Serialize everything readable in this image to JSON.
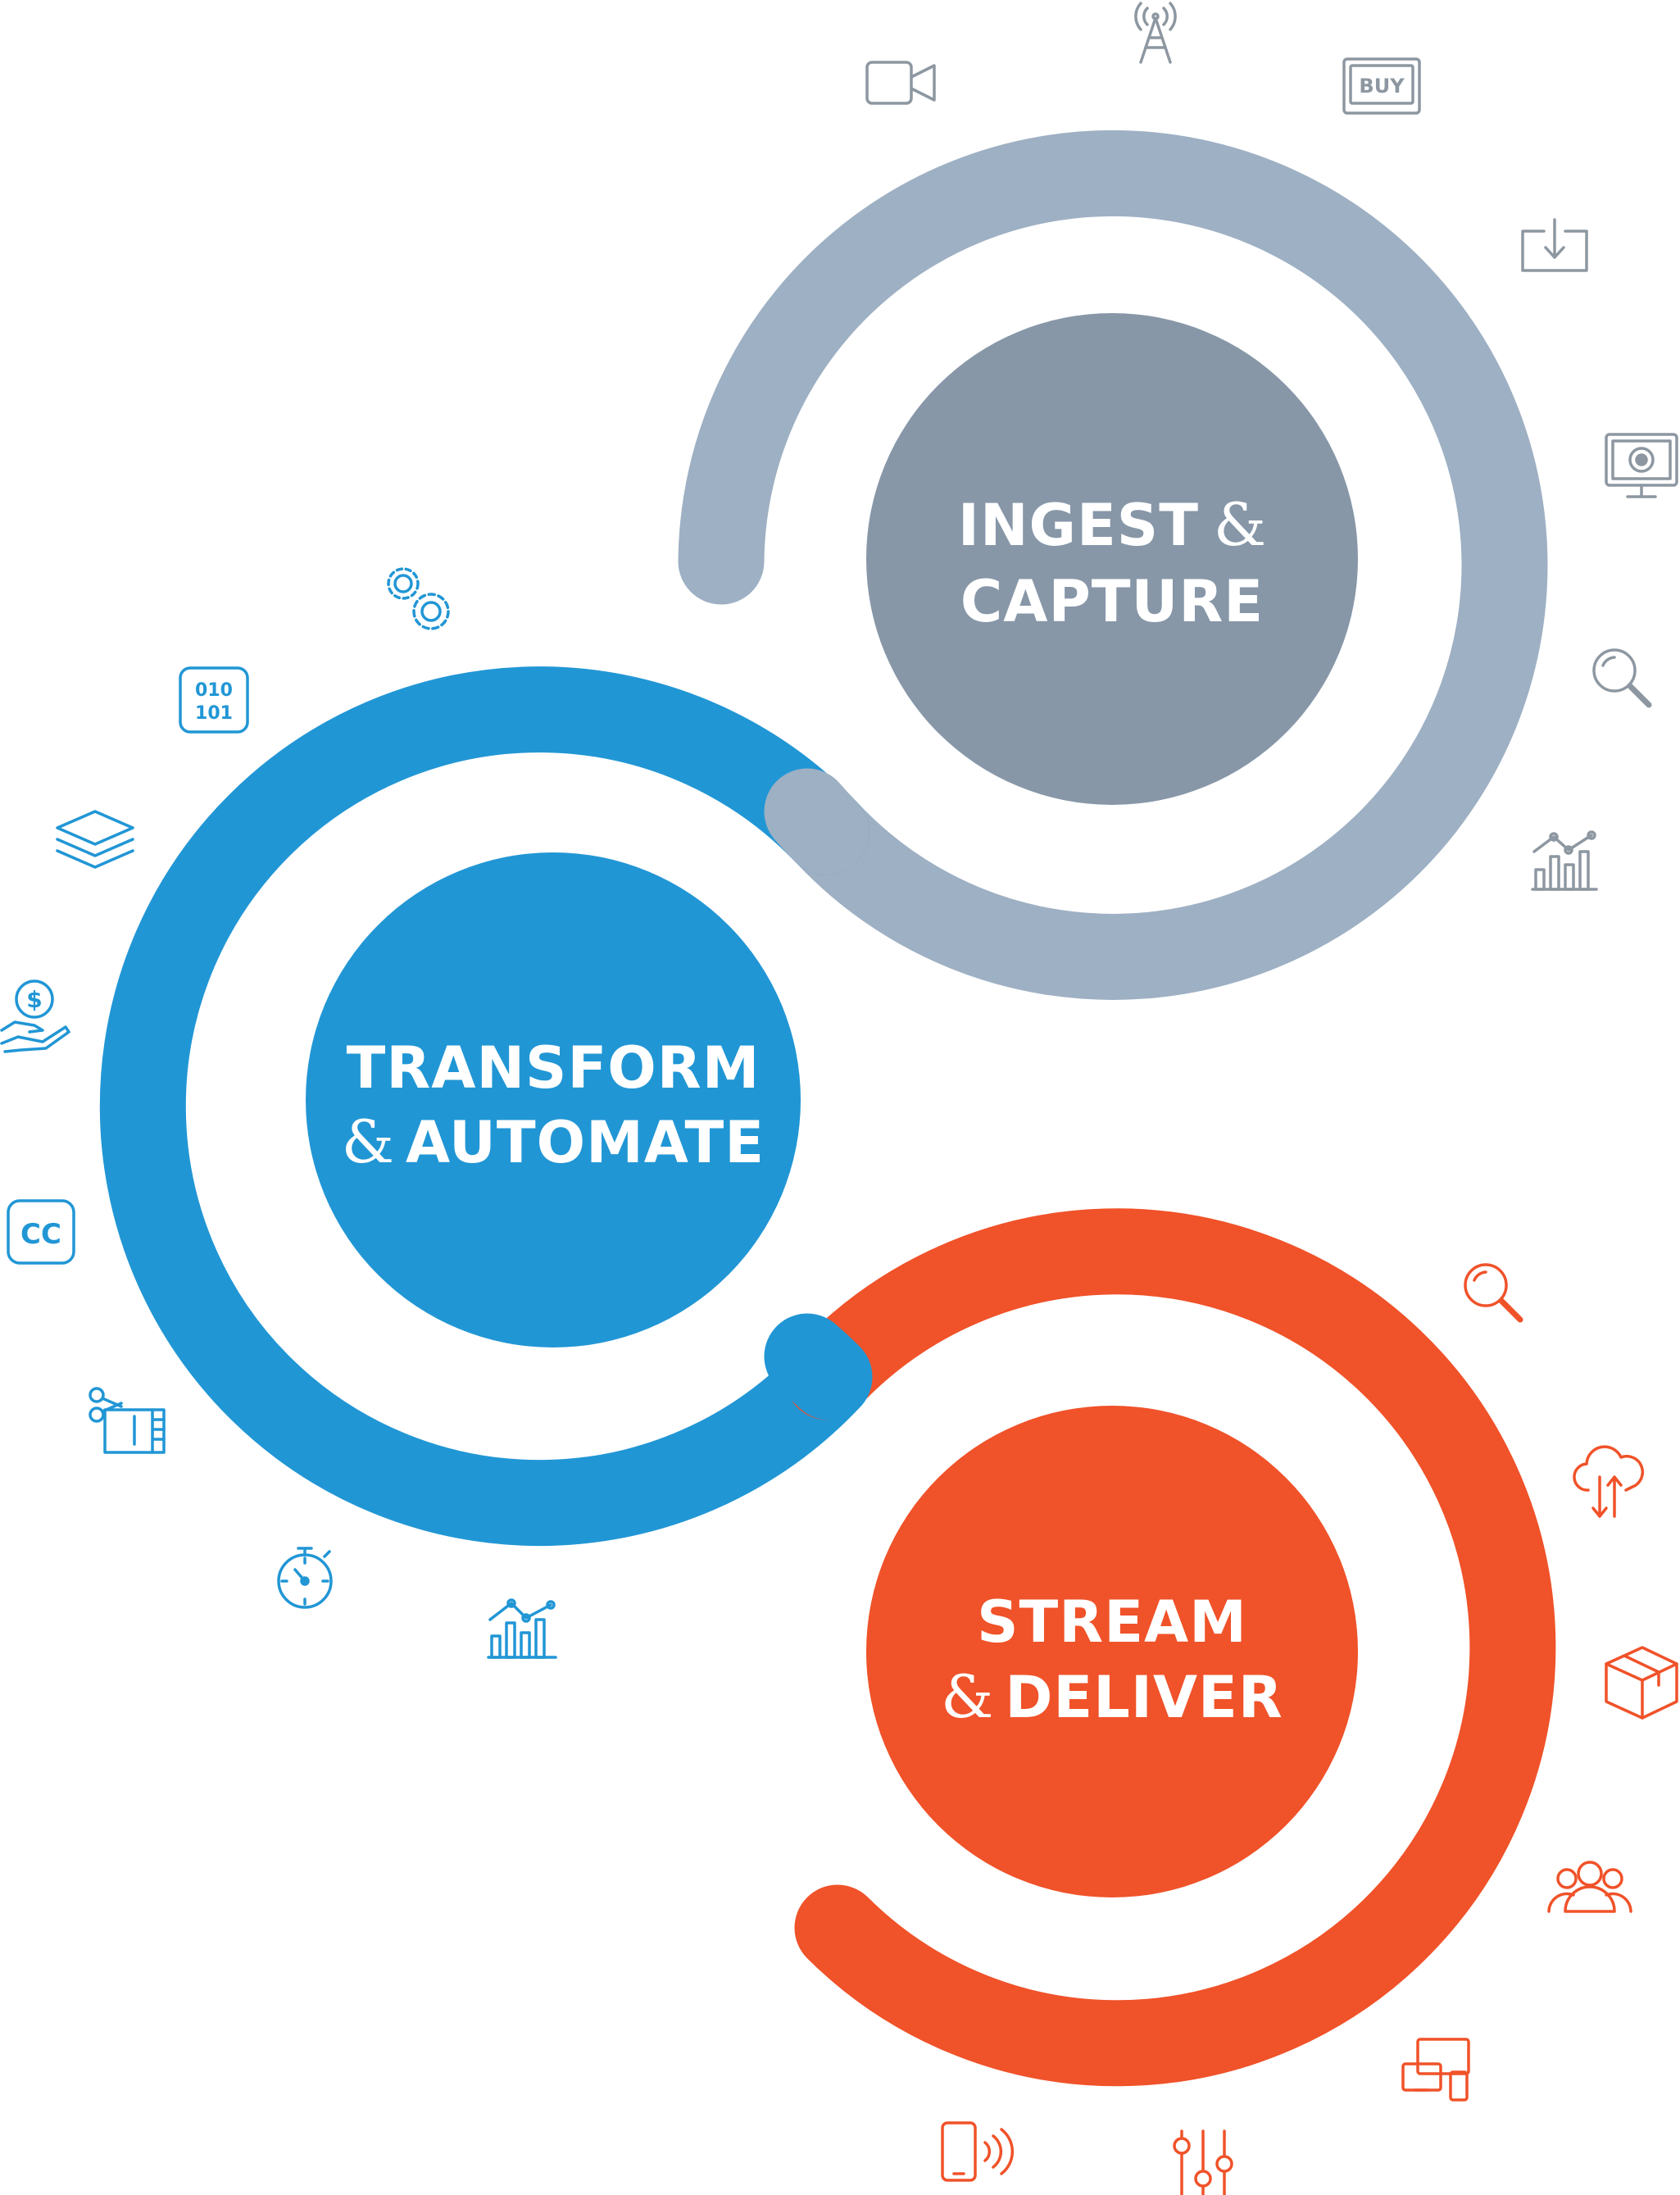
{
  "colors": {
    "ingest_ring": "#9eb0c3",
    "ingest_circle": "#8797a8",
    "ingest_icon": "#8d97a1",
    "transform": "#2196d5",
    "stream": "#f05229"
  },
  "stages": {
    "ingest": {
      "line1": "INGEST",
      "amp": "&",
      "line2": "CAPTURE"
    },
    "transform": {
      "line1": "TRANSFORM",
      "amp": "&",
      "line2": "AUTOMATE"
    },
    "stream": {
      "line1": "STREAM",
      "amp": "&",
      "line2": "DELIVER"
    }
  },
  "icon_labels": {
    "buy": "BUY",
    "binary_top": "010",
    "binary_bottom": "101",
    "cc": "CC"
  },
  "icons": {
    "ingest": [
      "video-camera-icon",
      "broadcast-tower-icon",
      "buy-button-icon",
      "download-tray-icon",
      "monitor-icon",
      "magnifier-icon",
      "analytics-chart-icon"
    ],
    "transform": [
      "gears-icon",
      "binary-code-icon",
      "layers-icon",
      "money-hand-icon",
      "closed-caption-icon",
      "video-edit-icon",
      "stopwatch-icon",
      "analytics-chart-icon"
    ],
    "stream": [
      "magnifier-icon",
      "cloud-transfer-icon",
      "package-box-icon",
      "audience-icon",
      "multi-device-icon",
      "mobile-signal-icon",
      "equalizer-sliders-icon"
    ]
  }
}
